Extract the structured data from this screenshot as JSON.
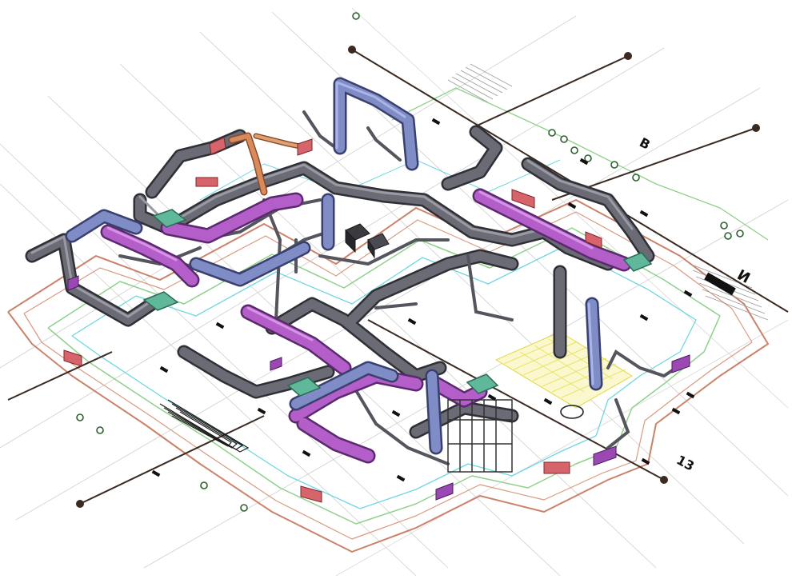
{
  "colors": {
    "background": "#ffffff",
    "grid_line": "#c9c9c9",
    "axis_line": "#3a2a22",
    "wall_brown": "#c9836a",
    "wall_green": "#8fd18a",
    "wall_cyan": "#6fd6e0",
    "hatch_yellow": "#e8e46a",
    "duct_gray": "#6b6b75",
    "duct_gray_edge": "#2f2f36",
    "duct_purple": "#b45ec9",
    "duct_purple_edge": "#5b2a6e",
    "duct_blue": "#7f8cc6",
    "duct_blue_edge": "#39406e",
    "duct_orange": "#d88a5a",
    "unit_teal": "#5fb89a",
    "unit_teal_edge": "#2d6b55",
    "grille_red": "#d8646b",
    "grille_purple": "#9c48b4",
    "label_black": "#111111"
  },
  "axis_labels": {
    "label_b": "B",
    "label_i": "И",
    "label_13": "13"
  },
  "icons": [
    "axis-marker-icon",
    "tag-icon"
  ]
}
